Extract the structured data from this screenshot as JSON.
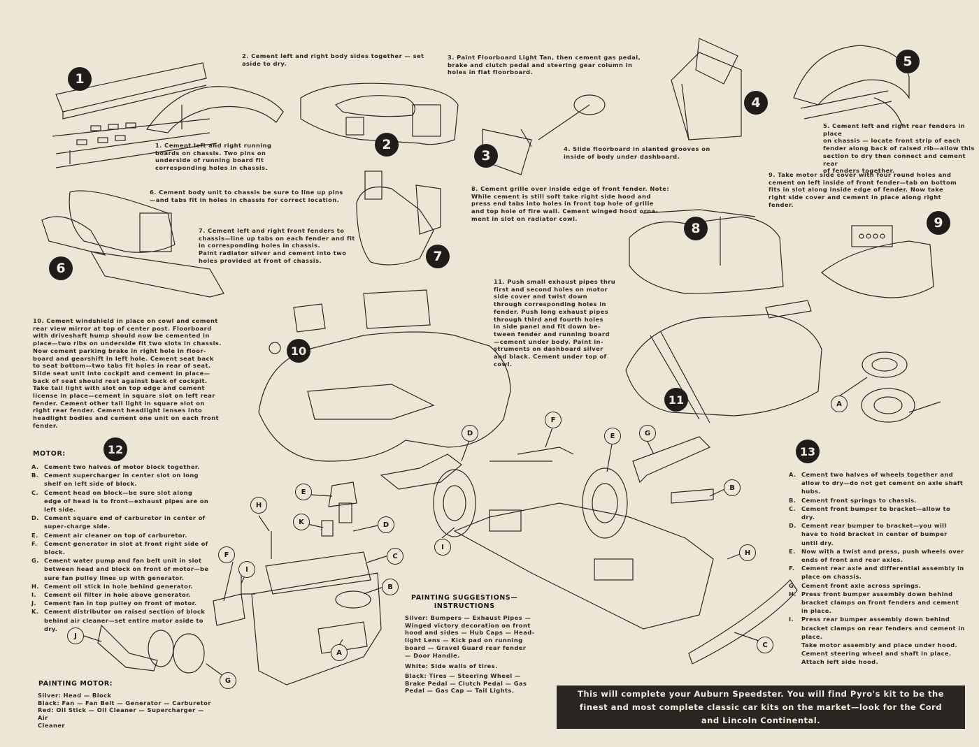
{
  "steps": {
    "s1": "1. Cement left and right running\nboards on chassis. Two pins on\nunderside of running board fit\ncorresponding holes in chassis.",
    "s2": "2. Cement left and right body sides together — set\naside to dry.",
    "s3": "3. Paint Floorboard Light Tan, then cement gas pedal,\nbrake and clutch pedal and steering gear column in\nholes in flat floorboard.",
    "s4": "4. Slide floorboard in slanted grooves on\ninside of body under dashboard.",
    "s5": "5. Cement left and right rear fenders in place\non chassis — locate front strip of each\nfender along back of raised rib—allow this\nsection to dry then connect and cement rear\nof fenders together.",
    "s6": "6. Cement body unit to chassis be sure to line up pins\n—and tabs fit in holes in chassis for correct location.",
    "s7": "7. Cement left and right front fenders to\nchassis—line up tabs on each fender and fit\nin corresponding holes in chassis.\nPaint radiator silver and cement into two\nholes provided at front of chassis.",
    "s8": "8. Cement grille over inside edge of front fender. Note:\nWhile cement is still soft take right side hood and\npress end tabs into holes in front top hole of grille\nand top hole of fire wall. Cement winged hood orna-\nment in slot on radiator cowl.",
    "s9": "9. Take motor side cover with four round holes and\ncement on left inside of front fender—tab on bottom\nfits in slot along inside edge of fender. Now take\nright side cover and cement in place along right\nfender.",
    "s10": "10. Cement windshield in place on cowl and cement\nrear view mirror at top of center post. Floorboard\nwith driveshaft hump should now be cemented in\nplace—two ribs on underside fit two slots in chassis.\nNow cement parking brake in right hole in floor-\nboard and gearshift in left hole. Cement seat back\nto seat bottom—two tabs fit holes in rear of seat.\nSlide seat unit into cockpit and cement in place—\nback of seat should rest against back of cockpit.\nTake tail light with slot on top edge and cement\nlicense in place—cement in square slot on left rear\nfender. Cement other tail light in square slot on\nright rear fender. Cement headlight lenses into\nheadlight bodies and cement one unit on each front\nfender.",
    "s11": "11. Push small exhaust pipes thru\nfirst and second holes on motor\nside cover and twist down\nthrough corresponding holes in\nfender. Push long exhaust pipes\nthrough third and fourth holes\nin side panel and fit down be-\ntween fender and running board\n—cement under body. Paint in-\nstruments on dashboard silver\nand black. Cement under top of\ncowl."
  },
  "badges": [
    "1",
    "2",
    "3",
    "4",
    "5",
    "6",
    "7",
    "8",
    "9",
    "10",
    "11",
    "12",
    "13"
  ],
  "motor": {
    "heading": "MOTOR:",
    "items": [
      {
        "k": "A.",
        "v": "Cement two halves of motor block together."
      },
      {
        "k": "B.",
        "v": "Cement supercharger in center slot on long shelf on left side of block."
      },
      {
        "k": "C.",
        "v": "Cement head on block—be sure slot along edge of head is to front—exhaust pipes are on left side."
      },
      {
        "k": "D.",
        "v": "Cement square end of carburetor in center of super-charge side."
      },
      {
        "k": "E.",
        "v": "Cement air cleaner on top of carburetor."
      },
      {
        "k": "F.",
        "v": "Cement generator in slot at front right side of block."
      },
      {
        "k": "G.",
        "v": "Cement water pump and fan belt unit in slot between head and block on front of motor—be sure fan pulley lines up with generator."
      },
      {
        "k": "H.",
        "v": "Cement oil stick in hole behind generator."
      },
      {
        "k": "I.",
        "v": "Cement oil filter in hole above generator."
      },
      {
        "k": "J.",
        "v": "Cement fan in top pulley on front of motor."
      },
      {
        "k": "K.",
        "v": "Cement distributor on raised section of block behind air cleaner—set entire motor aside to dry."
      }
    ]
  },
  "painting_motor": {
    "heading": "PAINTING MOTOR:",
    "text": "Silver: Head — Block\nBlack: Fan — Fan Belt — Generator — Carburetor\nRed: Oil Stick — Oil Cleaner — Supercharger — Air\nCleaner"
  },
  "painting_suggestions": {
    "heading": "PAINTING SUGGESTIONS—\nINSTRUCTIONS",
    "silver": "Silver: Bumpers — Exhaust Pipes —\nWinged victory decoration on front\nhood and sides — Hub Caps — Head-\nlight Lens — Kick pad on running\nboard — Gravel Guard rear fender\n— Door Handle.",
    "white": "White: Side walls of tires.",
    "black": "Black: Tires — Steering Wheel —\nBrake Pedal — Clutch Pedal — Gas\nPedal — Gas Cap — Tail Lights."
  },
  "chassis_steps": {
    "items": [
      {
        "k": "A.",
        "v": "Cement two halves of wheels together and allow to dry—do not get cement on axle shaft hubs."
      },
      {
        "k": "B.",
        "v": "Cement front springs to chassis."
      },
      {
        "k": "C.",
        "v": "Cement front bumper to bracket—allow to dry."
      },
      {
        "k": "D.",
        "v": "Cement rear bumper to bracket—you will have to hold bracket in center of bumper until dry."
      },
      {
        "k": "E.",
        "v": "Now with a twist and press, push wheels over ends of front and rear axles."
      },
      {
        "k": "F.",
        "v": "Cement rear axle and differential assembly in place on chassis."
      },
      {
        "k": "G.",
        "v": "Cement front axle across springs."
      },
      {
        "k": "H.",
        "v": "Press front bumper assembly down behind bracket clamps on front fenders and cement in place."
      },
      {
        "k": "I.",
        "v": "Press rear bumper assembly down behind bracket clamps on rear fenders and cement in place."
      },
      {
        "k": "",
        "v": "Take motor assembly and place under hood."
      },
      {
        "k": "",
        "v": "Cement steering wheel and shaft in place."
      },
      {
        "k": "",
        "v": "Attach left side hood."
      }
    ]
  },
  "banner": "This will complete your Auburn Speedster. You will find Pyro's kit to be the finest and most complete classic car kits on the market—look for the Cord and Lincoln Continental.",
  "callouts": {
    "motor": [
      "A",
      "B",
      "C",
      "D",
      "E",
      "F",
      "G",
      "H",
      "I",
      "J",
      "K"
    ],
    "chassis": [
      "A",
      "B",
      "C",
      "D",
      "E",
      "F",
      "G",
      "H",
      "I"
    ]
  }
}
